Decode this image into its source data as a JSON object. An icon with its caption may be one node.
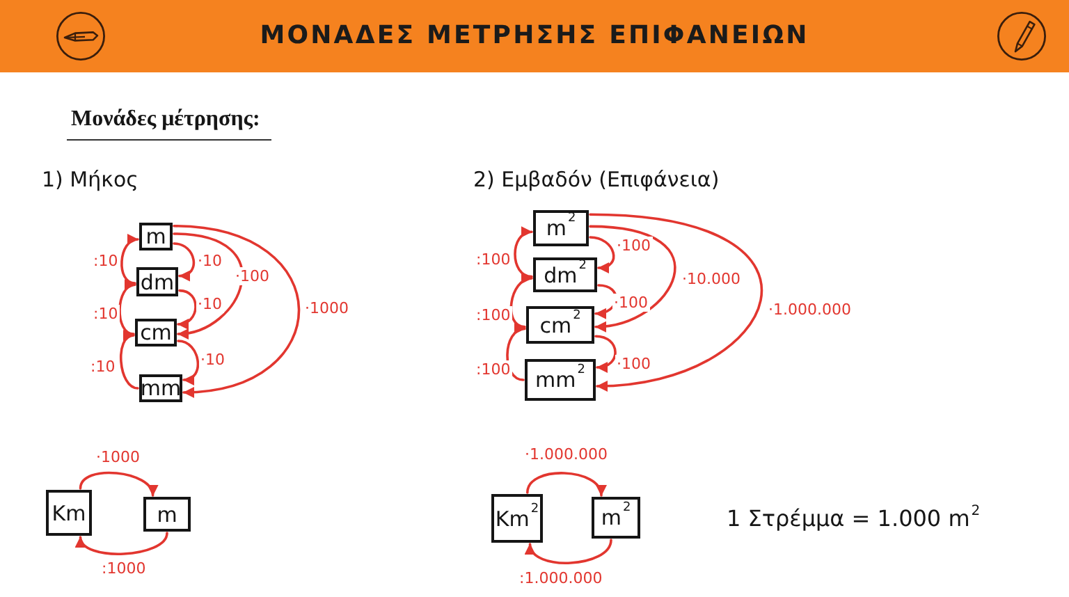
{
  "diagram": {
    "title": "ΜΟΝΑΔΕΣ ΜΕΤΡΗΣΗΣ ΕΠΙΦΑΝΕΙΩΝ",
    "nodes": [
      {
        "text": [
          "m"
        ]
      },
      {
        "text": [
          "dm"
        ]
      },
      {
        "text": [
          "cm"
        ]
      },
      {
        "text": [
          "mm"
        ]
      },
      {
        "text": [
          "m$^{2}$"
        ]
      },
      {
        "text": [
          "dm$^{2}$"
        ]
      },
      {
        "text": [
          "cm$^{2}$"
        ]
      },
      {
        "text": [
          "mm$^{2}$"
        ]
      },
      {
        "text": [
          "Km"
        ]
      },
      {
        "text": [
          "m"
        ]
      },
      {
        "text": [
          "Km$^{2}$"
        ]
      },
      {
        "text": [
          "m$^{2}$"
        ]
      }
    ],
    "edges": [
      {
        "from": 0,
        "to": 1,
        "arrow": "to",
        "label": "·10"
      },
      {
        "from": 1,
        "to": 2,
        "arrow": "to",
        "label": "·10"
      },
      {
        "from": 2,
        "to": 3,
        "arrow": "to",
        "label": "·10"
      },
      {
        "from": 0,
        "to": 2,
        "arrow": "to",
        "label": "·100"
      },
      {
        "from": 0,
        "to": 3,
        "arrow": "to",
        "label": "·1000"
      },
      {
        "from": 1,
        "to": 0,
        "arrow": "to",
        "label": ":10"
      },
      {
        "from": 2,
        "to": 1,
        "arrow": "to",
        "label": ":10"
      },
      {
        "from": 3,
        "to": 2,
        "arrow": "to",
        "label": ":10"
      },
      {
        "from": 4,
        "to": 5,
        "arrow": "to",
        "label": "·100"
      },
      {
        "from": 5,
        "to": 6,
        "arrow": "to",
        "label": "·100"
      },
      {
        "from": 6,
        "to": 7,
        "arrow": "to",
        "label": "·100"
      },
      {
        "from": 4,
        "to": 6,
        "arrow": "to",
        "label": "·10.000"
      },
      {
        "from": 4,
        "to": 7,
        "arrow": "to",
        "label": "·1.000.000"
      },
      {
        "from": 5,
        "to": 4,
        "arrow": "to",
        "label": ":100"
      },
      {
        "from": 6,
        "to": 5,
        "arrow": "to",
        "label": ":100"
      },
      {
        "from": 7,
        "to": 6,
        "arrow": "to",
        "label": ":100"
      },
      {
        "from": 8,
        "to": 9,
        "arrow": "to",
        "label": "·1000"
      },
      {
        "from": 9,
        "to": 8,
        "arrow": "to",
        "label": ":1000"
      },
      {
        "from": 10,
        "to": 11,
        "arrow": "to",
        "label": "·1.000.000"
      },
      {
        "from": 11,
        "to": 10,
        "arrow": "to",
        "label": ":1.000.000"
      }
    ],
    "labels": [
      "Μονάδες μέτρησης:",
      "1) Μήκος",
      "2) Εμβαδόν (Επιφάνεια)",
      "1 Στρέμμα = 1.000 m$^{2}$"
    ]
  }
}
